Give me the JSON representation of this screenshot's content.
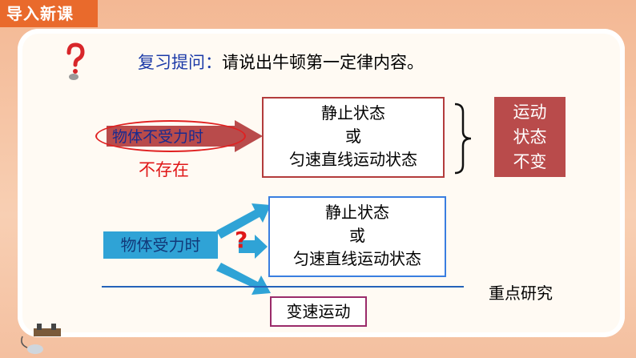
{
  "slide": {
    "section_tab": "导入新课",
    "review_prefix": "复习提问：",
    "review_text": "请说出牛顿第一定律内容。",
    "no_force_label": "物体不受力时",
    "not_exist": "不存在",
    "state_box": [
      "静止状态",
      "或",
      "匀速直线运动状态"
    ],
    "result_box": [
      "运动",
      "状态",
      "不变"
    ],
    "force_label": "物体受力时",
    "force_question": "?",
    "state_box2": [
      "静止状态",
      "或",
      "匀速直线运动状态"
    ],
    "variable_motion": "变速运动",
    "key_study": "重点研究"
  },
  "colors": {
    "tab": "#e96a2c",
    "result_box": "#b94b4b",
    "force_label_bg": "#2fa3d6",
    "divider": "#2563b9"
  }
}
